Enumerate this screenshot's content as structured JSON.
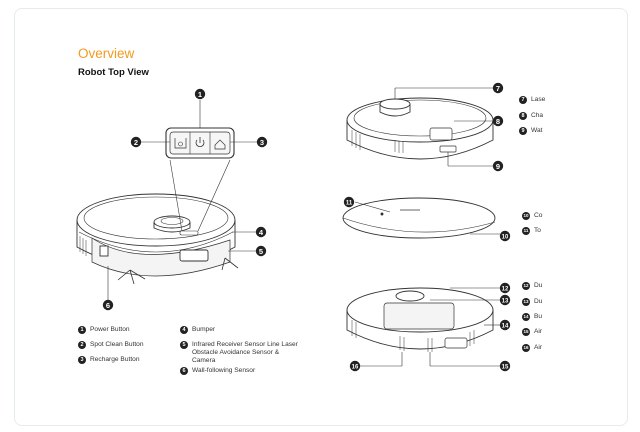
{
  "header": {
    "title": "Overview",
    "subtitle": "Robot Top View"
  },
  "callouts": [
    "1",
    "2",
    "3",
    "4",
    "5",
    "6",
    "7",
    "8",
    "9",
    "10",
    "11",
    "12",
    "13",
    "14",
    "15",
    "16"
  ],
  "legend_left": [
    {
      "num": "1",
      "label": "Power Button"
    },
    {
      "num": "2",
      "label": "Spot Clean Button"
    },
    {
      "num": "3",
      "label": "Recharge Button"
    },
    {
      "num": "4",
      "label": "Bumper"
    },
    {
      "num": "5",
      "label": "Infrared Receiver Sensor Line Laser Obstacle Avoidance Sensor & Camera"
    },
    {
      "num": "6",
      "label": "Wall-following Sensor"
    }
  ],
  "legend_right": [
    {
      "num": "7",
      "label": "Lase"
    },
    {
      "num": "8",
      "label": "Cha"
    },
    {
      "num": "9",
      "label": "Wat"
    },
    {
      "num": "10",
      "label": "Co"
    },
    {
      "num": "11",
      "label": "To"
    },
    {
      "num": "12",
      "label": "Du"
    },
    {
      "num": "13",
      "label": "Du"
    },
    {
      "num": "14",
      "label": "Bu"
    },
    {
      "num": "15",
      "label": "Air"
    },
    {
      "num": "16",
      "label": "Air"
    }
  ]
}
